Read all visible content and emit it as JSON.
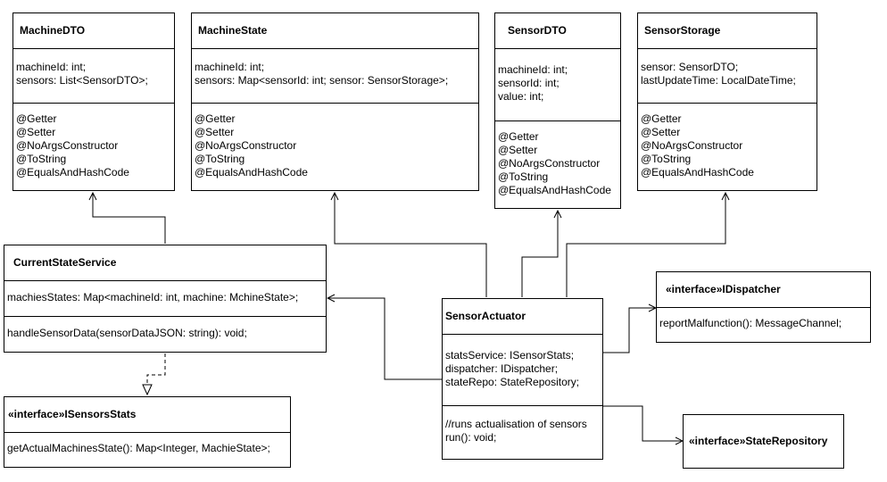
{
  "classes": {
    "machine_dto": {
      "name": "MachineDTO",
      "fields": [
        "machineId: int;",
        "sensors: List<SensorDTO>;"
      ],
      "annotations": [
        "@Getter",
        "@Setter",
        "@NoArgsConstructor",
        "@ToString",
        "@EqualsAndHashCode"
      ]
    },
    "machine_state": {
      "name": "MachineState",
      "fields": [
        "machineId: int;",
        "sensors: Map<sensorId: int; sensor: SensorStorage>;"
      ],
      "annotations": [
        "@Getter",
        "@Setter",
        "@NoArgsConstructor",
        "@ToString",
        "@EqualsAndHashCode"
      ]
    },
    "sensor_dto": {
      "name": "SensorDTO",
      "fields": [
        "machineId: int;",
        "sensorId: int;",
        "value: int;"
      ],
      "annotations": [
        "@Getter",
        "@Setter",
        "@NoArgsConstructor",
        "@ToString",
        "@EqualsAndHashCode"
      ]
    },
    "sensor_storage": {
      "name": "SensorStorage",
      "fields": [
        "sensor: SensorDTO;",
        "lastUpdateTime: LocalDateTime;"
      ],
      "annotations": [
        "@Getter",
        "@Setter",
        "@NoArgsConstructor",
        "@ToString",
        "@EqualsAndHashCode"
      ]
    },
    "current_state_service": {
      "name": "CurrentStateService",
      "fields": [
        "machiesStates: Map<machineId: int, machine: MchineState>;"
      ],
      "methods": [
        "handleSensorData(sensorDataJSON: string): void;"
      ]
    },
    "sensor_actuator": {
      "name": "SensorActuator",
      "fields": [
        "statsService: ISensorStats;",
        "dispatcher: IDispatcher;",
        "stateRepo: StateRepository;"
      ],
      "methods": [
        "//runs actualisation of sensors",
        "run(): void;"
      ]
    },
    "i_dispatcher": {
      "stereotype": "«interface»",
      "name": "IDispatcher",
      "methods": [
        "reportMalfunction(): MessageChannel;"
      ]
    },
    "i_sensors_stats": {
      "stereotype": "«interface»",
      "name": "ISensorsStats",
      "methods": [
        "getActualMachinesState(): Map<Integer, MachieState>;"
      ]
    },
    "state_repository": {
      "stereotype": "«interface»",
      "name": "StateRepository"
    }
  }
}
